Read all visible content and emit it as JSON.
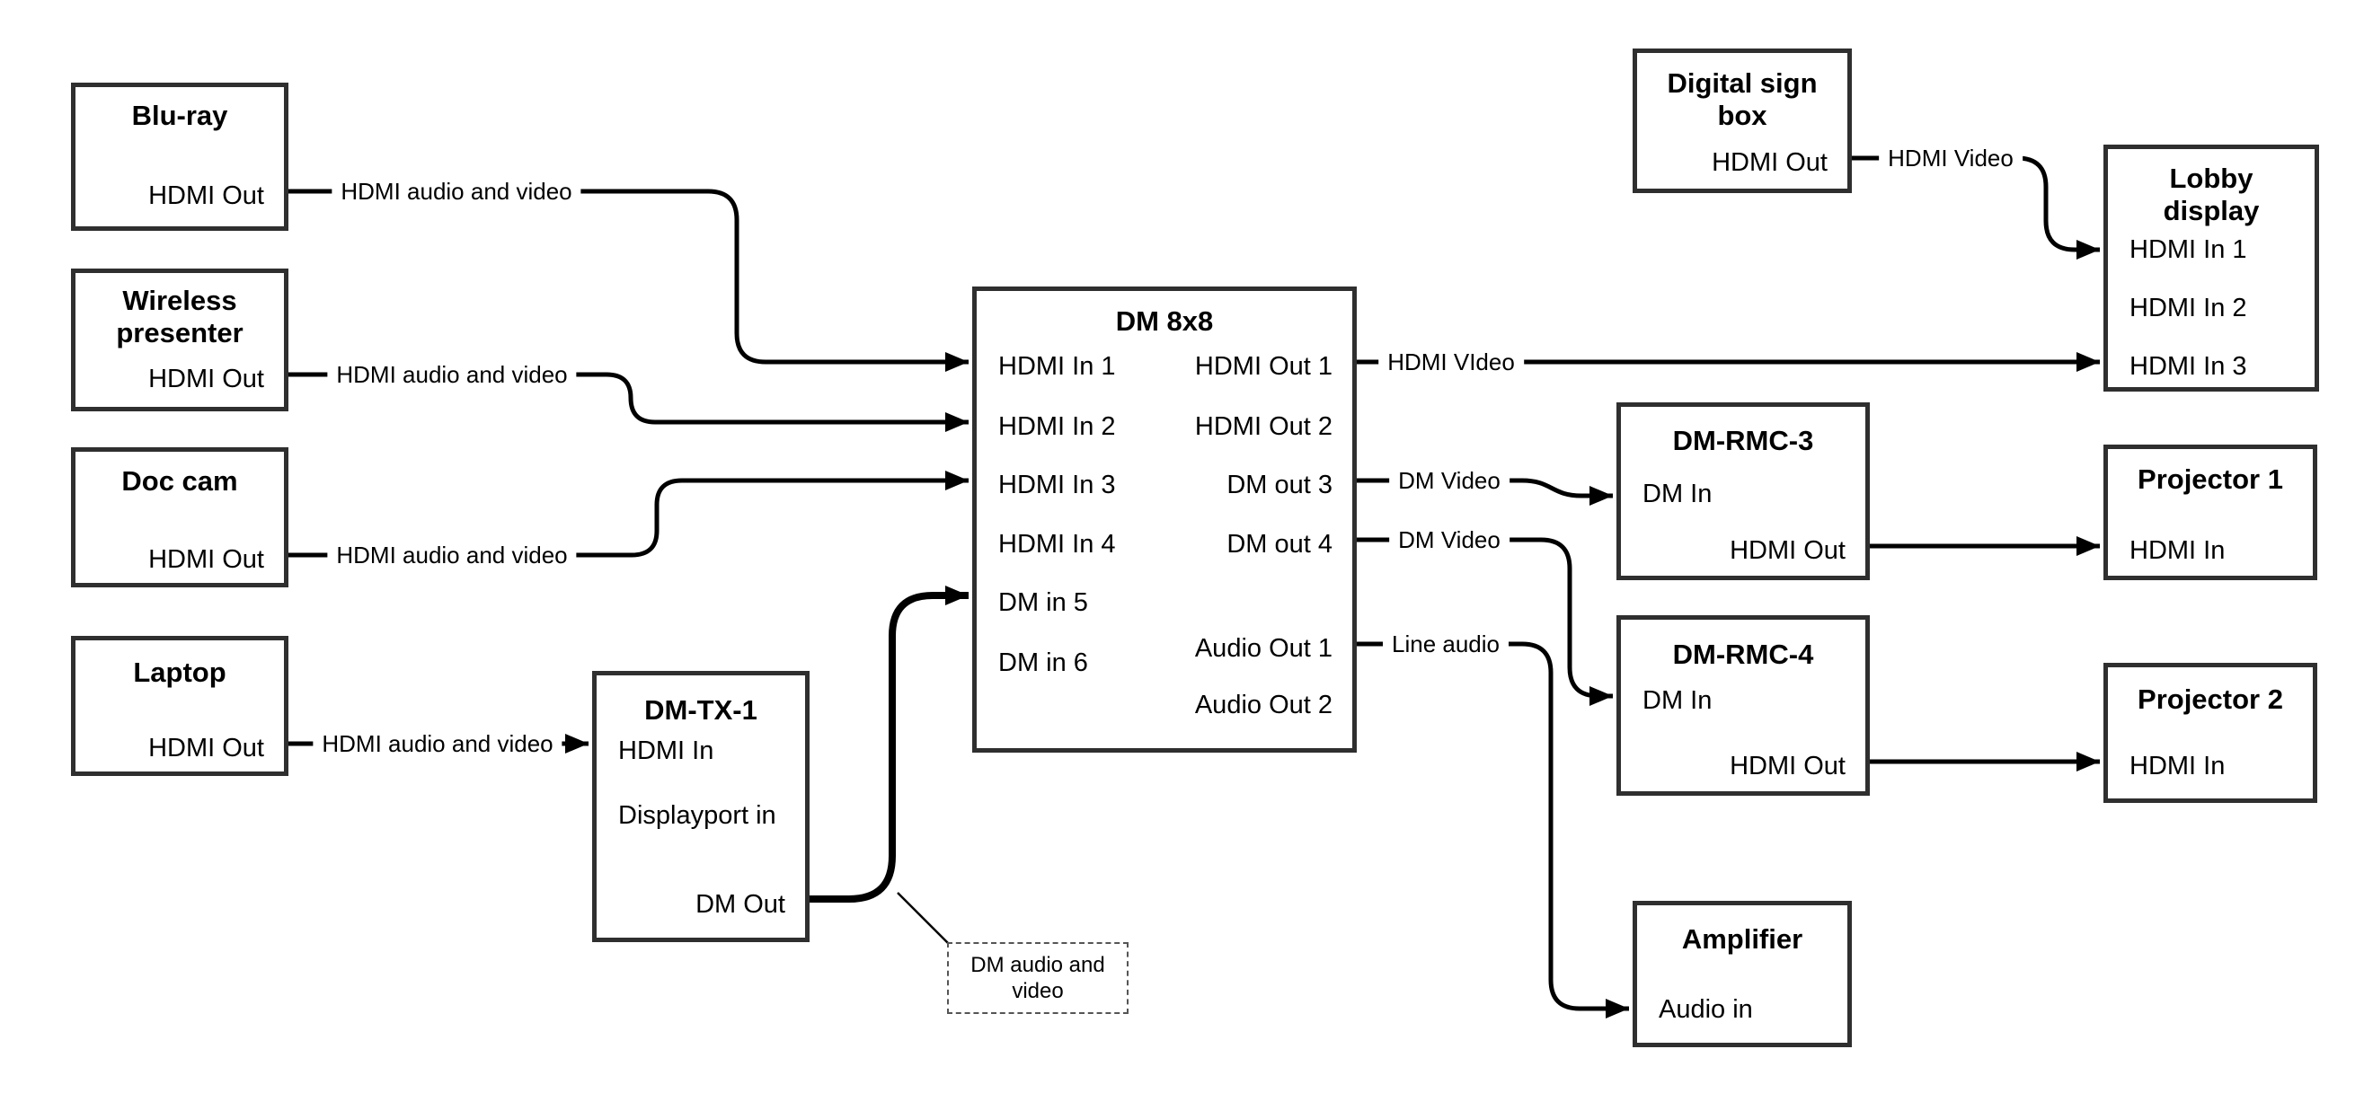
{
  "colors": {
    "wire": "#000000",
    "box_border": "#2f2f2f",
    "background": "#ffffff",
    "text": "#000000"
  },
  "nodes": {
    "blu_ray": {
      "title": "Blu-ray",
      "ports": {
        "hdmi_out": "HDMI Out"
      }
    },
    "wireless_presenter": {
      "title_lines": [
        "Wireless",
        "presenter"
      ],
      "ports": {
        "hdmi_out": "HDMI Out"
      }
    },
    "doc_cam": {
      "title": "Doc cam",
      "ports": {
        "hdmi_out": "HDMI Out"
      }
    },
    "laptop": {
      "title": "Laptop",
      "ports": {
        "hdmi_out": "HDMI Out"
      }
    },
    "dm_tx_1": {
      "title": "DM-TX-1",
      "ports": {
        "hdmi_in": "HDMI In",
        "displayport_in": "Displayport in",
        "dm_out": "DM Out"
      }
    },
    "dm_8x8": {
      "title": "DM 8x8",
      "ports": {
        "hdmi_in_1": "HDMI In 1",
        "hdmi_in_2": "HDMI In 2",
        "hdmi_in_3": "HDMI In 3",
        "hdmi_in_4": "HDMI In 4",
        "dm_in_5": "DM in 5",
        "dm_in_6": "DM in 6",
        "hdmi_out_1": "HDMI Out 1",
        "hdmi_out_2": "HDMI Out 2",
        "dm_out_3": "DM out 3",
        "dm_out_4": "DM out 4",
        "audio_out_1": "Audio Out 1",
        "audio_out_2": "Audio Out 2"
      }
    },
    "digital_sign_box": {
      "title_lines": [
        "Digital sign",
        "box"
      ],
      "ports": {
        "hdmi_out": "HDMI Out"
      }
    },
    "lobby_display": {
      "title_lines": [
        "Lobby",
        "display"
      ],
      "ports": {
        "hdmi_in_1": "HDMI In 1",
        "hdmi_in_2": "HDMI In 2",
        "hdmi_in_3": "HDMI In 3"
      }
    },
    "dm_rmc_3": {
      "title": "DM-RMC-3",
      "ports": {
        "dm_in": "DM In",
        "hdmi_out": "HDMI Out"
      }
    },
    "projector_1": {
      "title": "Projector 1",
      "ports": {
        "hdmi_in": "HDMI In"
      }
    },
    "dm_rmc_4": {
      "title": "DM-RMC-4",
      "ports": {
        "dm_in": "DM In",
        "hdmi_out": "HDMI Out"
      }
    },
    "projector_2": {
      "title": "Projector 2",
      "ports": {
        "hdmi_in": "HDMI In"
      }
    },
    "amplifier": {
      "title": "Amplifier",
      "ports": {
        "audio_in": "Audio in"
      }
    }
  },
  "note": {
    "lines": [
      "DM audio and",
      "video"
    ]
  },
  "edge_labels": {
    "blu_ray_to_dm8x8": "HDMI audio and video",
    "wireless_presenter_to_dm8x8": "HDMI audio and video",
    "doc_cam_to_dm8x8": "HDMI audio and video",
    "laptop_to_dm_tx_1": "HDMI audio and video",
    "digital_sign_to_lobby": "HDMI Video",
    "hdmi_out_1_to_lobby": "HDMI VIdeo",
    "dm_out_3_to_rmc_3": "DM Video",
    "dm_out_4_to_rmc_4": "DM Video",
    "audio_out_1_to_amplifier": "Line audio"
  }
}
